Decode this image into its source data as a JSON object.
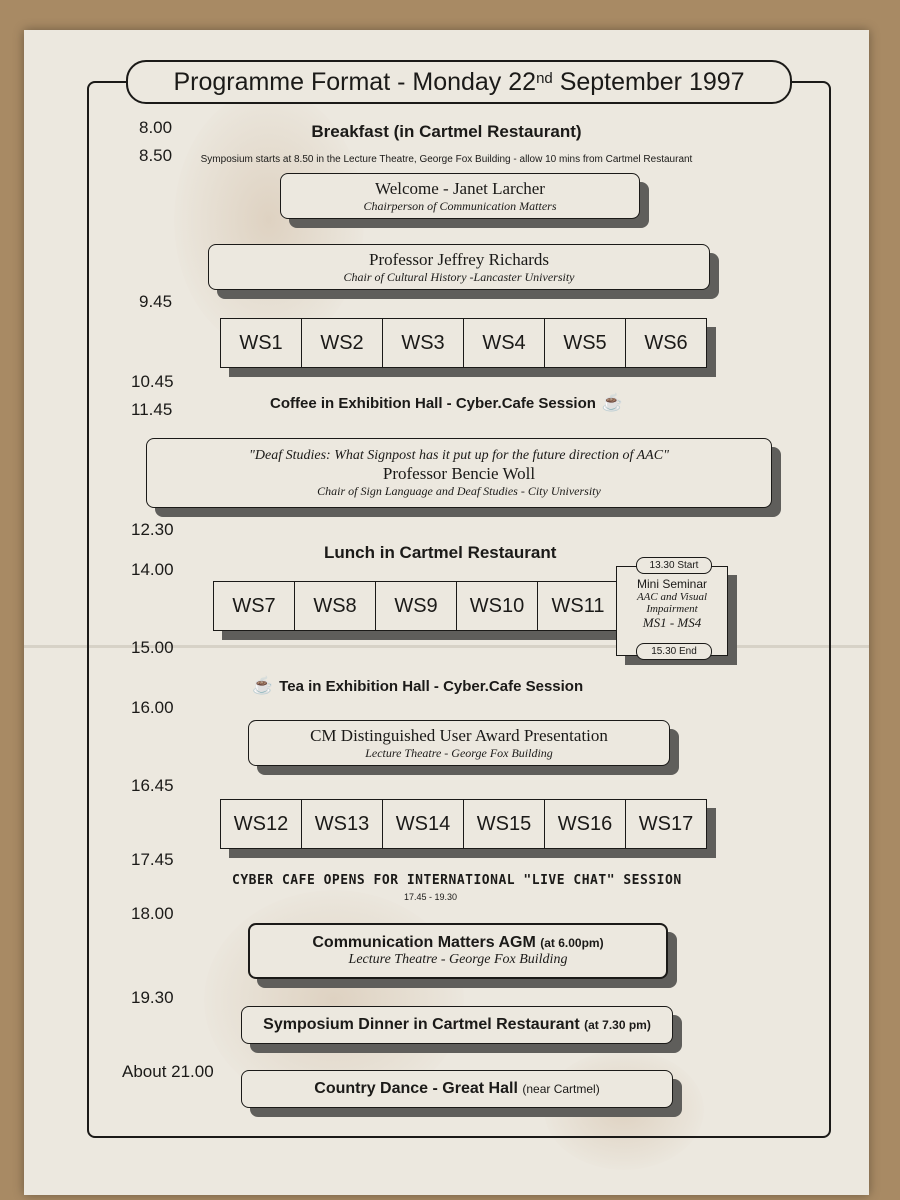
{
  "title": {
    "main": "Programme Format - Monday 22",
    "sup": "nd",
    "year": "September 1997"
  },
  "times": [
    "8.00",
    "8.50",
    "9.45",
    "10.45",
    "11.45",
    "12.30",
    "14.00",
    "15.00",
    "16.00",
    "16.45",
    "17.45",
    "18.00",
    "19.30",
    "About 21.00"
  ],
  "breakfast": "Breakfast (in Cartmel Restaurant)",
  "symposium_note": "Symposium starts at 8.50 in the Lecture Theatre, George Fox Building  -  allow 10 mins from Cartmel Restaurant",
  "welcome": {
    "name": "Welcome - Janet Larcher",
    "sub": "Chairperson of Communication Matters"
  },
  "richards": {
    "name": "Professor Jeffrey Richards",
    "sub": "Chair of Cultural History -Lancaster University"
  },
  "ws_row1": [
    "WS1",
    "WS2",
    "WS3",
    "WS4",
    "WS5",
    "WS6"
  ],
  "coffee": "Coffee in Exhibition Hall - Cyber.Cafe Session",
  "woll": {
    "quote": "\"Deaf Studies: What Signpost has it put up for the future direction of AAC\"",
    "name": "Professor Bencie Woll",
    "sub": "Chair of Sign Language and Deaf Studies - City University"
  },
  "lunch": "Lunch in Cartmel Restaurant",
  "ws_row2": [
    "WS7",
    "WS8",
    "WS9",
    "WS10",
    "WS11"
  ],
  "mini": {
    "start": "13.30 Start",
    "title": "Mini Seminar",
    "sub": "AAC and Visual Impairment",
    "ms": "MS1 - MS4",
    "end": "15.30 End"
  },
  "tea": "Tea in Exhibition Hall - Cyber.Cafe Session",
  "award": {
    "name": "CM Distinguished User Award Presentation",
    "sub": "Lecture Theatre - George Fox Building"
  },
  "ws_row3": [
    "WS12",
    "WS13",
    "WS14",
    "WS15",
    "WS16",
    "WS17"
  ],
  "live_chat": {
    "label": "CYBER CAFE OPENS FOR INTERNATIONAL \"LIVE CHAT\" SESSION",
    "times": "17.45 - 19.30"
  },
  "agm": {
    "name": "Communication Matters AGM",
    "time": "(at 6.00pm)",
    "sub": "Lecture Theatre - George Fox Building"
  },
  "dinner": {
    "name": "Symposium Dinner in Cartmel Restaurant",
    "time": "(at 7.30 pm)"
  },
  "dance": {
    "name": "Country Dance - Great Hall",
    "time": "(near Cartmel)"
  },
  "icons": {
    "cup": "coffee-cup-icon"
  }
}
